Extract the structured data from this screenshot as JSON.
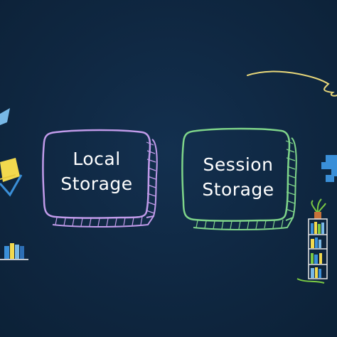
{
  "cards": [
    {
      "line1": "Local",
      "line2": "Storage",
      "outline_color": "#c19bea"
    },
    {
      "line1": "Session",
      "line2": "Storage",
      "outline_color": "#7fd58a"
    }
  ],
  "colors": {
    "background": "#0f2741",
    "scribble": "#e8d77a",
    "accent_blue": "#3a8fd8",
    "accent_yellow": "#f2d94e",
    "plant_green": "#7ac943"
  },
  "icons": [
    "arrow-shape-icon",
    "folder-shape-icon",
    "books-icon",
    "puzzle-piece-icon",
    "scribble-line-icon",
    "bookshelf-plant-icon"
  ]
}
